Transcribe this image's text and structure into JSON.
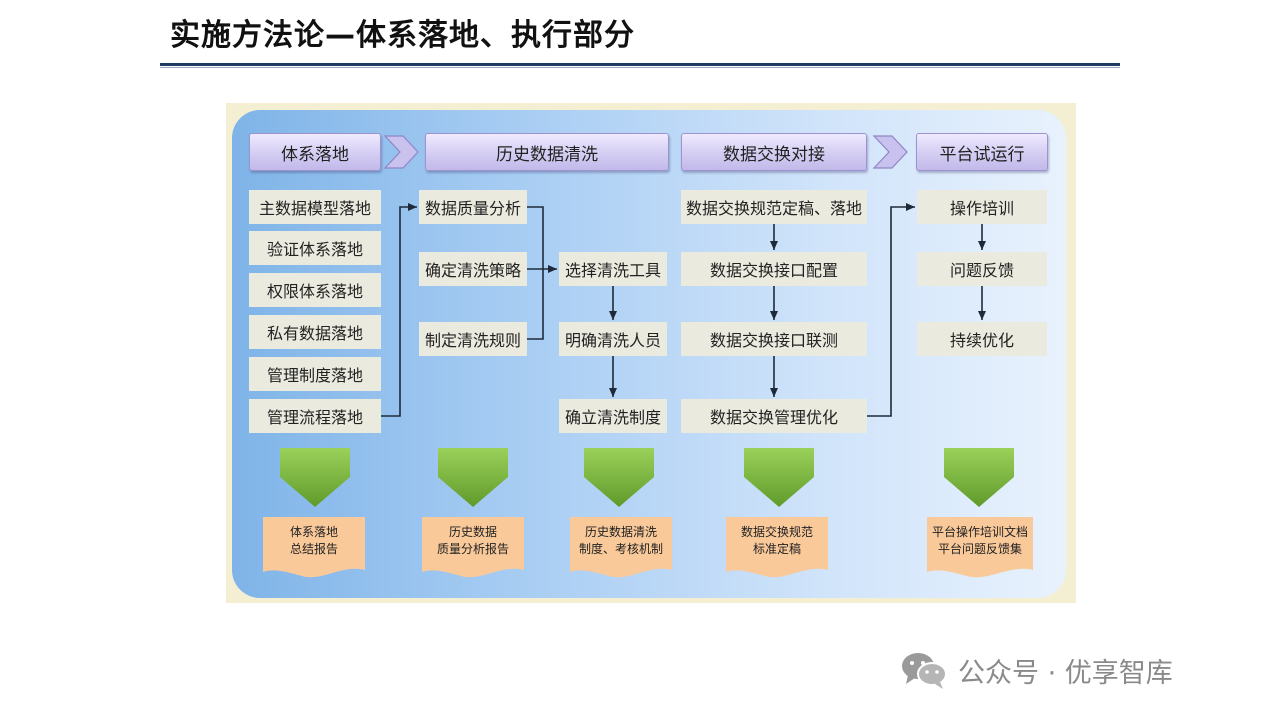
{
  "page": {
    "title": "实施方法论—体系落地、执行部分"
  },
  "phases": [
    {
      "label": "体系落地"
    },
    {
      "label": "历史数据清洗"
    },
    {
      "label": "数据交换对接"
    },
    {
      "label": "平台试运行"
    }
  ],
  "col1": [
    "主数据模型落地",
    "验证体系落地",
    "权限体系落地",
    "私有数据落地",
    "管理制度落地",
    "管理流程落地"
  ],
  "col2": [
    "数据质量分析",
    "确定清洗策略",
    "制定清洗规则"
  ],
  "col3": [
    "选择清洗工具",
    "明确清洗人员",
    "确立清洗制度"
  ],
  "col4": [
    "数据交换规范定稿、落地",
    "数据交换接口配置",
    "数据交换接口联测",
    "数据交换管理优化"
  ],
  "col5": [
    "操作培训",
    "问题反馈",
    "持续优化"
  ],
  "outputs": [
    {
      "line1": "体系落地",
      "line2": "总结报告"
    },
    {
      "line1": "历史数据",
      "line2": "质量分析报告"
    },
    {
      "line1": "历史数据清洗",
      "line2": "制度、考核机制"
    },
    {
      "line1": "数据交换规范",
      "line2": "标准定稿"
    },
    {
      "line1": "平台操作培训文档",
      "line2": "平台问题反馈集"
    }
  ],
  "footer": {
    "icon": "wechat-icon",
    "text": "公众号 · 优享智库"
  },
  "colors": {
    "header_fill": "#d4cdf2",
    "box_fill": "#ebeadf",
    "arrow_green": "#7cb342",
    "doc_orange": "#f9c99a",
    "title_rule": "#1f3a60"
  }
}
